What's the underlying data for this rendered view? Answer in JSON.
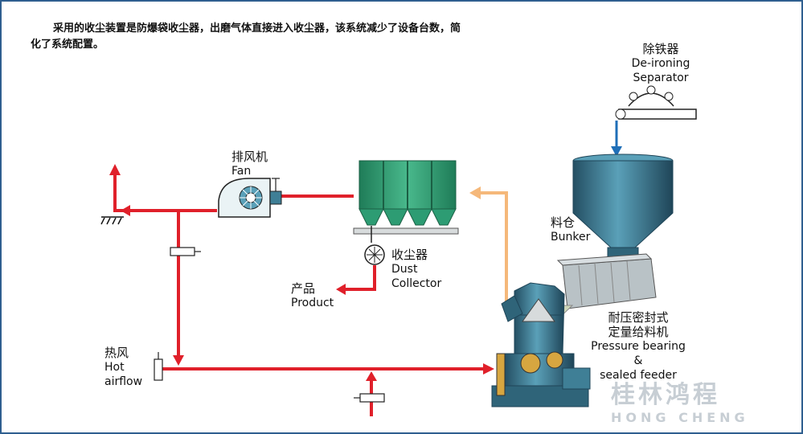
{
  "description": {
    "text": "采用的收尘装置是防爆袋收尘器，出磨气体直接进入收尘器，该系统减少了设备台数，简化了系统配置。"
  },
  "labels": {
    "deironing": {
      "cn": "除铁器",
      "en1": "De-ironing",
      "en2": "Separator"
    },
    "fan": {
      "cn": "排风机",
      "en": "Fan"
    },
    "dust_collector": {
      "cn": "收尘器",
      "en1": "Dust",
      "en2": "Collector"
    },
    "product": {
      "cn": "产品",
      "en": "Product"
    },
    "bunker": {
      "cn": "料仓",
      "en": "Bunker"
    },
    "feeder": {
      "cn1": "耐压密封式",
      "cn2": "定量给料机",
      "en1": "Pressure bearing",
      "en2": "&",
      "en3": "sealed feeder"
    },
    "hot_airflow": {
      "cn": "热风",
      "en1": "Hot",
      "en2": "airflow"
    }
  },
  "watermark": {
    "cn": "桂林鸿程",
    "en": "HONG CHENG"
  },
  "colors": {
    "gas_line": "#e0202a",
    "return_line": "#f5b87a",
    "feed_arrow": "#1f6fb8",
    "dust_collector": "#2d9c73",
    "equipment_steel": "#3f7f96",
    "watermark": "#c7ced4"
  }
}
